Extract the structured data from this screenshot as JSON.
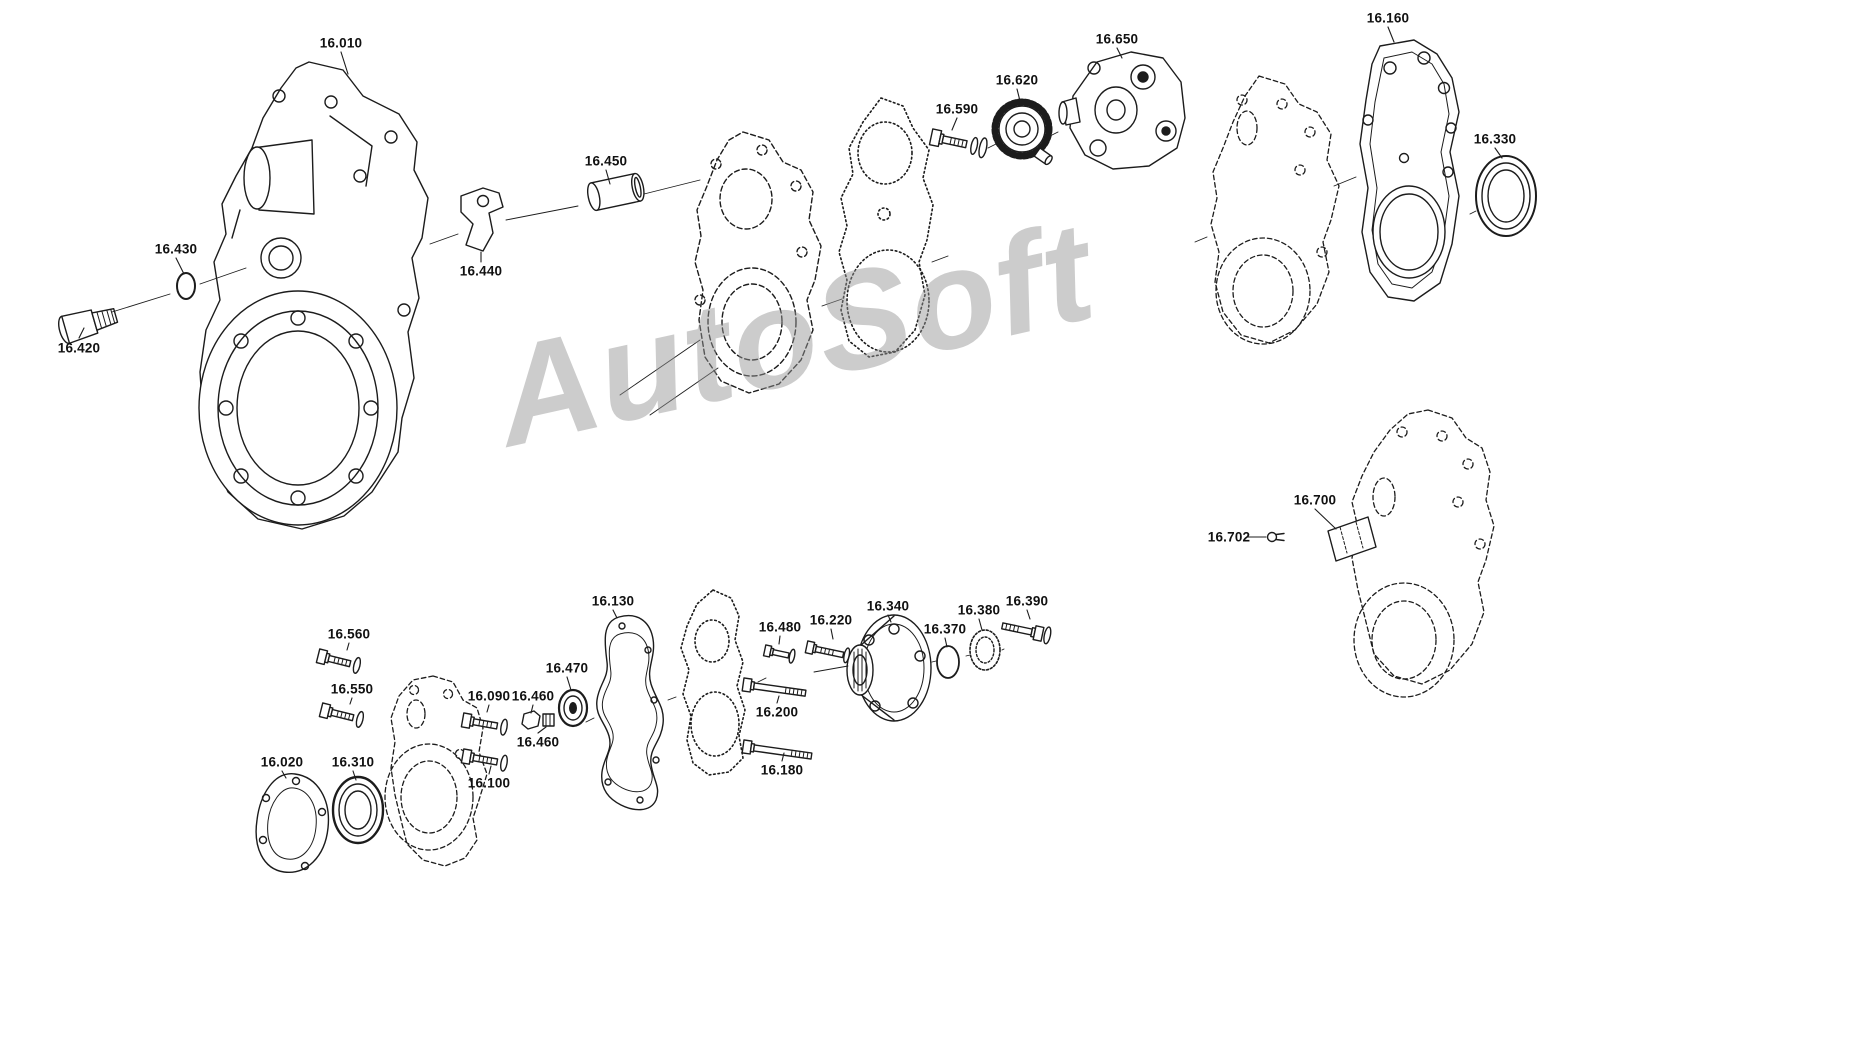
{
  "page": {
    "background": "#ffffff"
  },
  "colors": {
    "line": "#1c1c1c",
    "label_text": "#111111",
    "watermark": "#949494"
  },
  "watermark": {
    "text": "AutoSoft"
  },
  "parts": [
    {
      "label": "16.010"
    },
    {
      "label": "16.420"
    },
    {
      "label": "16.430"
    },
    {
      "label": "16.440"
    },
    {
      "label": "16.450"
    },
    {
      "label": "16.590"
    },
    {
      "label": "16.620"
    },
    {
      "label": "16.650"
    },
    {
      "label": "16.160"
    },
    {
      "label": "16.330"
    },
    {
      "label": "16.700"
    },
    {
      "label": "16.702"
    },
    {
      "label": "16.130"
    },
    {
      "label": "16.560"
    },
    {
      "label": "16.550"
    },
    {
      "label": "16.090"
    },
    {
      "label": "16.460"
    },
    {
      "label": "16.470"
    },
    {
      "label": "16.020"
    },
    {
      "label": "16.310"
    },
    {
      "label": "16.100"
    },
    {
      "label": "16.480"
    },
    {
      "label": "16.220"
    },
    {
      "label": "16.340"
    },
    {
      "label": "16.370"
    },
    {
      "label": "16.380"
    },
    {
      "label": "16.390"
    },
    {
      "label": "16.200"
    },
    {
      "label": "16.180"
    }
  ]
}
